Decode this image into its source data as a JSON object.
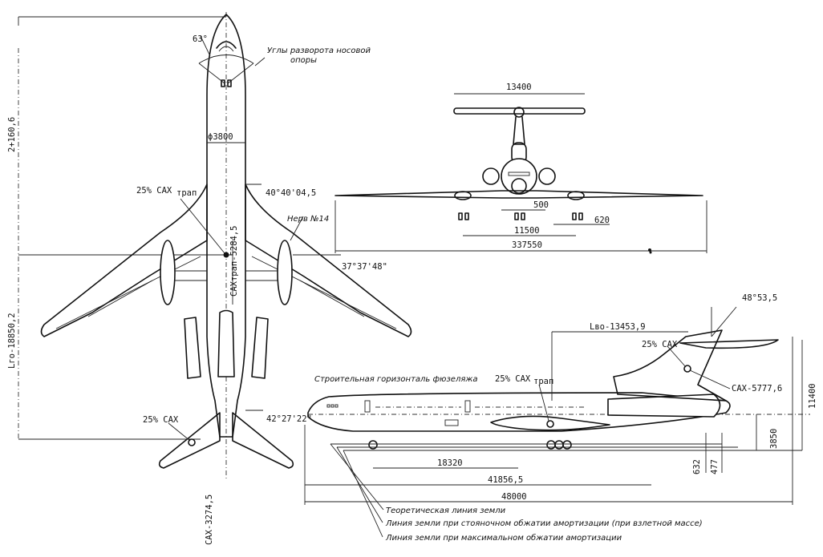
{
  "drawing": {
    "subject": "Three-view general arrangement of a trijet airliner",
    "ink_color": "#111111",
    "paper_color": "#ffffff"
  },
  "top_view": {
    "nose_gear_angle": "63°",
    "nose_gear_note_line1": "Углы разворота носовой",
    "nose_gear_note_line2": "опоры",
    "fuselage_diameter": "ϕ3800",
    "mac_trap_label": "25% САХ",
    "mac_trap_sub": "трап",
    "wing_sweep_inner": "40°40'04,5",
    "rib_label": "Нерв №14",
    "wing_sweep_outer": "37°37'48\"",
    "mac_trap_length": "САХтрап-5284,5",
    "nose_to_mac": "2+160,6",
    "tail_distance": "Lго-18850,2",
    "stab_mac_label": "25% САХ",
    "stab_sweep": "42°27'22\"",
    "stab_mac_length": "САХ-3274,5"
  },
  "front_view": {
    "stabilizer_span": "13400",
    "nose_gear_track": "500",
    "wheel_pair_spacing": "620",
    "main_gear_track": "11500",
    "wing_span": "337550"
  },
  "side_view": {
    "fin_sweep": "48°53,5",
    "fin_arm": "Lво-13453,9",
    "fin_mac_label": "25% САХ",
    "fin_mac_length": "САХ-5777,6",
    "fuselage_datum_label": "Строительная горизонталь фюзеляжа",
    "wing_mac_label": "25% САХ",
    "wing_mac_sub": "трап",
    "overall_height": "11400",
    "datum_height": "3850",
    "wheelbase": "18320",
    "length_to_fin": "41856,5",
    "overall_length": "48000",
    "static_compression": "632",
    "max_compression": "477",
    "ground_lines": [
      "Теоретическая линия земли",
      "Линия земли при стояночном обжатии амортизации (при взлетной массе)",
      "Линия земли при максимальном обжатии амортизации"
    ]
  }
}
